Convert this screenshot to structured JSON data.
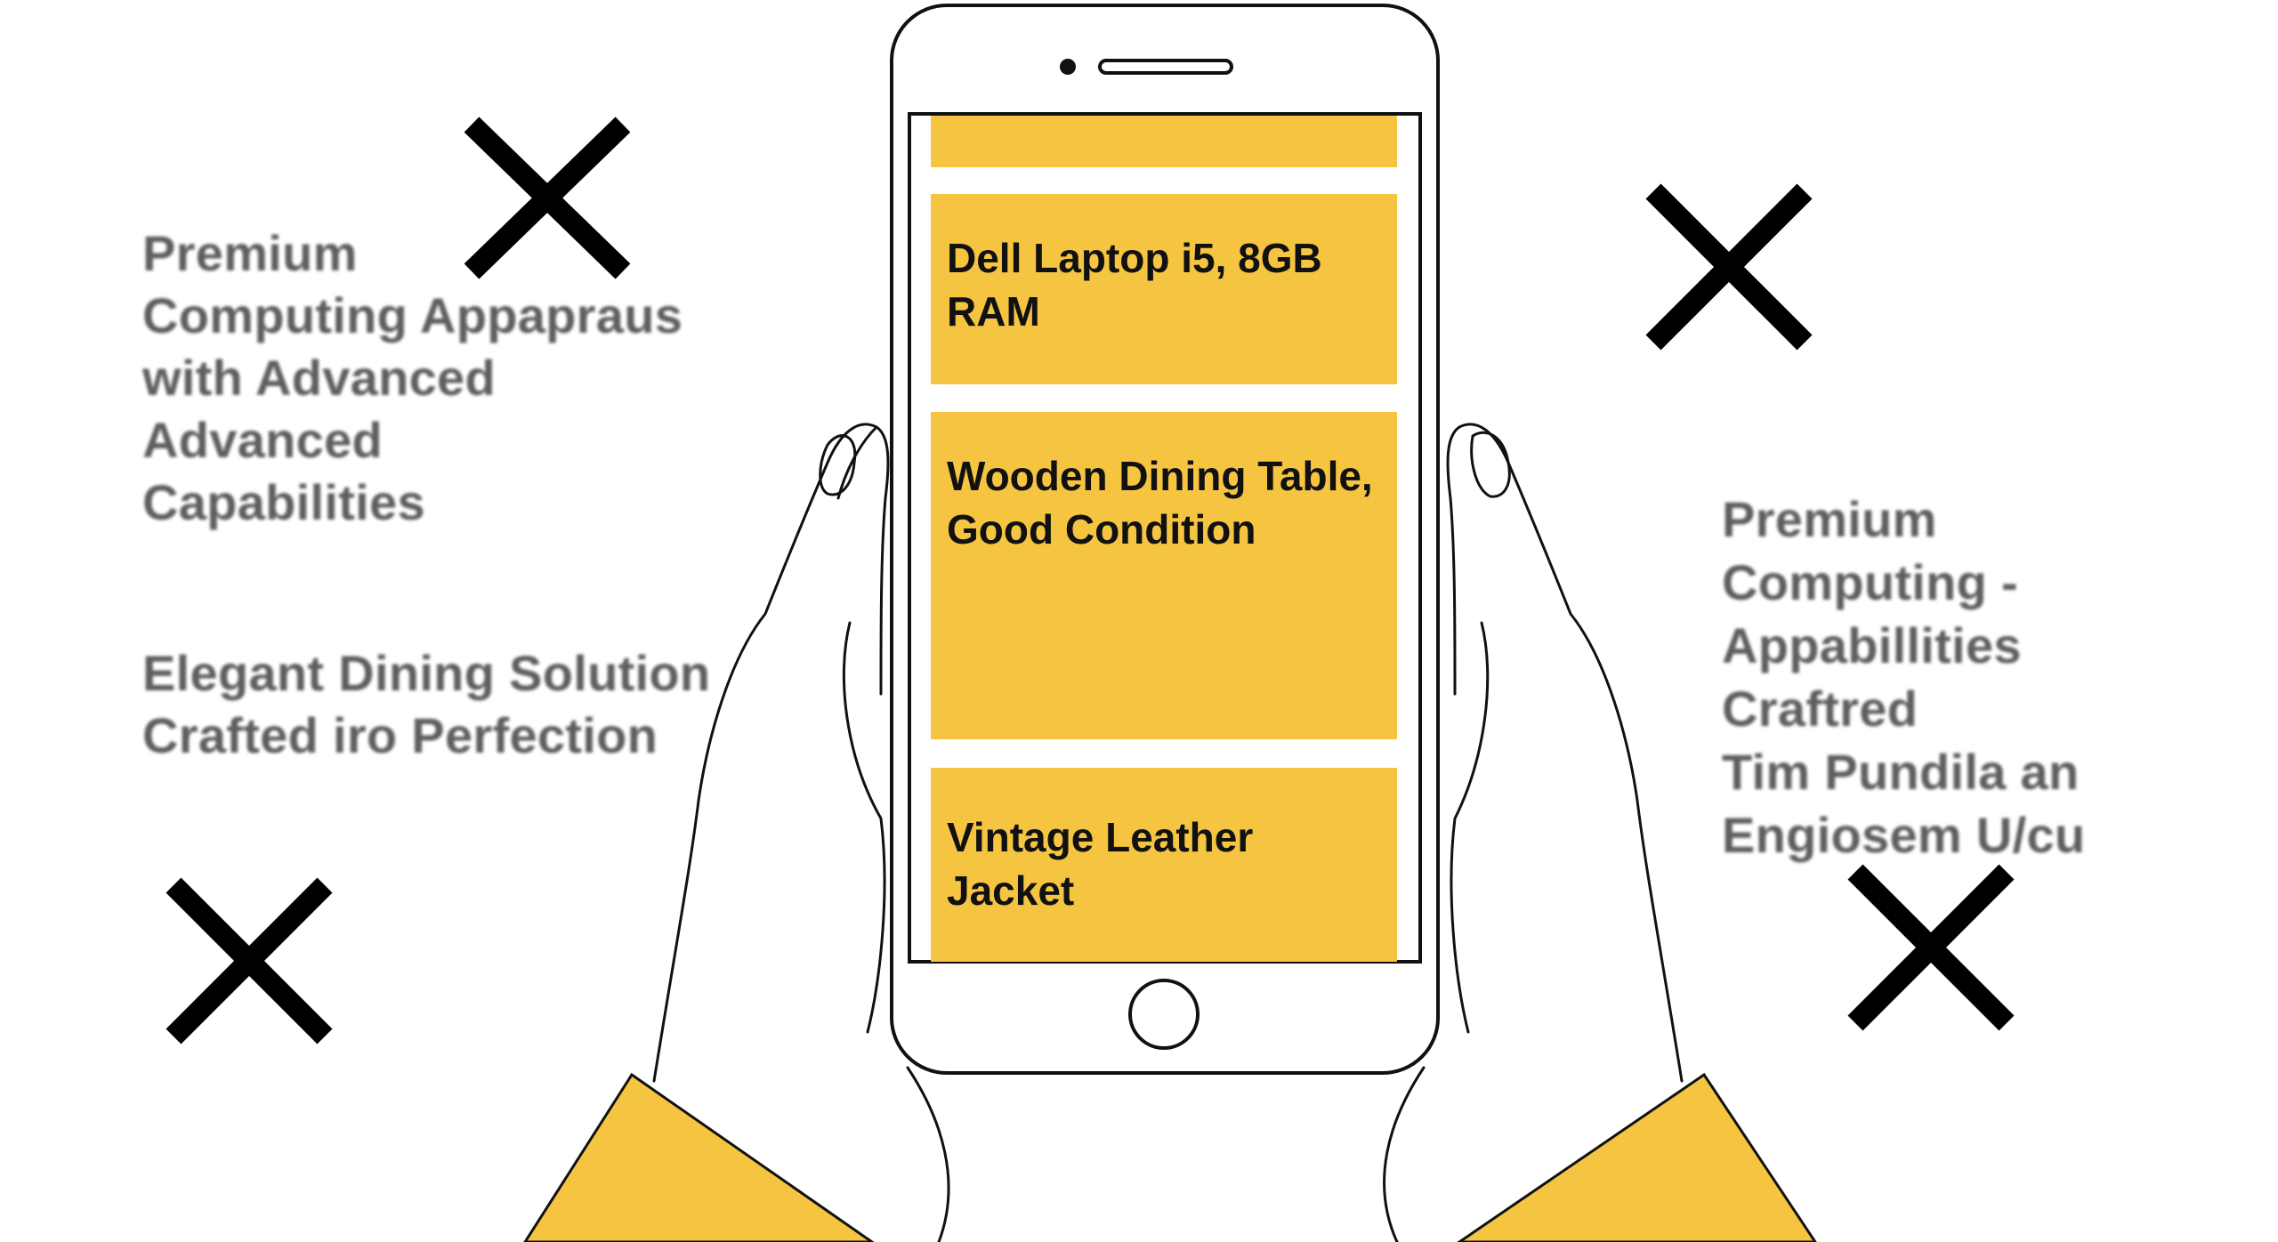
{
  "left_captions": {
    "caption_1": [
      "Premium",
      "Computing Appapraus",
      "with Advanced",
      "Advanced",
      "Capabilities"
    ],
    "caption_2": [
      "Elegant Dining Solution",
      "Crafted iro Perfection"
    ]
  },
  "right_captions": {
    "caption_1": [
      "Premium",
      "Computing -",
      "Appabillities",
      "Craftred",
      "Tim Pundila an",
      "Engiosem U/cu"
    ]
  },
  "phone_listings": [
    {
      "title": "Dell Laptop i5, 8GB RAM"
    },
    {
      "title": "Wooden Dining Table, Good Condition"
    },
    {
      "title": "Vintage Leather Jacket"
    }
  ],
  "colors": {
    "accent_yellow": "#f5c542",
    "sleeve_yellow": "#f5c542",
    "line_black": "#111111",
    "cross_black": "#000000",
    "caption_gray": "#5e5e5e"
  },
  "icons": [
    "cross-mark-icon",
    "cross-mark-icon",
    "cross-mark-icon",
    "cross-mark-icon"
  ]
}
